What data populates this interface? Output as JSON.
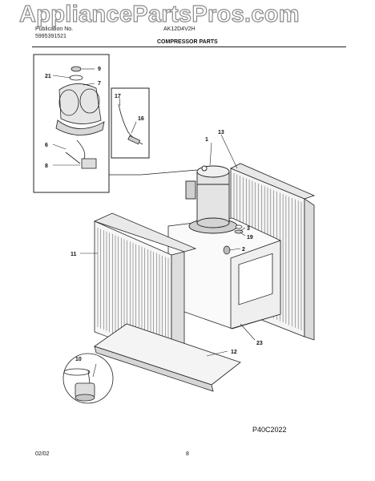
{
  "watermark": "AppliancePartsPros.com",
  "header": {
    "publication_label": "Publication No.",
    "publication_no": "5995391521",
    "model": "AK12D4V2H"
  },
  "section_title": "COMPRESSOR PARTS",
  "callouts": [
    "1",
    "2",
    "3",
    "6",
    "7",
    "8",
    "9",
    "10",
    "11",
    "12",
    "13",
    "16",
    "17",
    "19",
    "21",
    "23"
  ],
  "drawing_code": "P40C2022",
  "footer": {
    "date": "02/02",
    "page": "8"
  }
}
